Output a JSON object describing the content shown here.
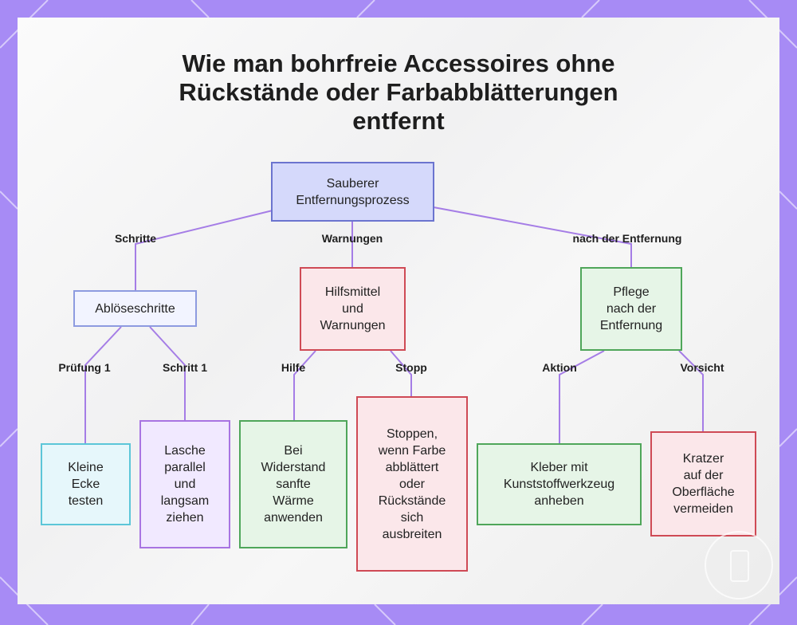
{
  "title": "Wie man bohrfreie Accessoires ohne\nRückstände oder Farbabblätterungen\nentfernt",
  "colors": {
    "frame": "#a78bf5",
    "edge": "#a57de6",
    "root_fill": "#d5d9fb",
    "warning_border": "#cf4a55",
    "care_border": "#4fa65a"
  },
  "nodes": {
    "root": "Sauberer\nEntfernungsprozess",
    "abloese": "Ablöseschritte",
    "hilfsmittel": "Hilfsmittel\nund\nWarnungen",
    "pflege": "Pflege\nnach der\nEntfernung",
    "ecke": "Kleine\nEcke\ntesten",
    "lasche": "Lasche\nparallel\nund\nlangsam\nziehen",
    "waerme": "Bei\nWiderstand\nsanfte\nWärme\nanwenden",
    "stoppen": "Stoppen,\nwenn Farbe\nabblättert\noder\nRückstände\nsich\nausbreiten",
    "kleber": "Kleber mit\nKunststoffwerkzeug\nanheben",
    "kratzer": "Kratzer\nauf der\nOberfläche\nvermeiden"
  },
  "edge_labels": {
    "schritte": "Schritte",
    "warnungen": "Warnungen",
    "nach_entfernung": "nach der Entfernung",
    "pruefung": "Prüfung 1",
    "schritt1": "Schritt 1",
    "hilfe": "Hilfe",
    "stopp": "Stopp",
    "aktion": "Aktion",
    "vorsicht": "Vorsicht"
  }
}
